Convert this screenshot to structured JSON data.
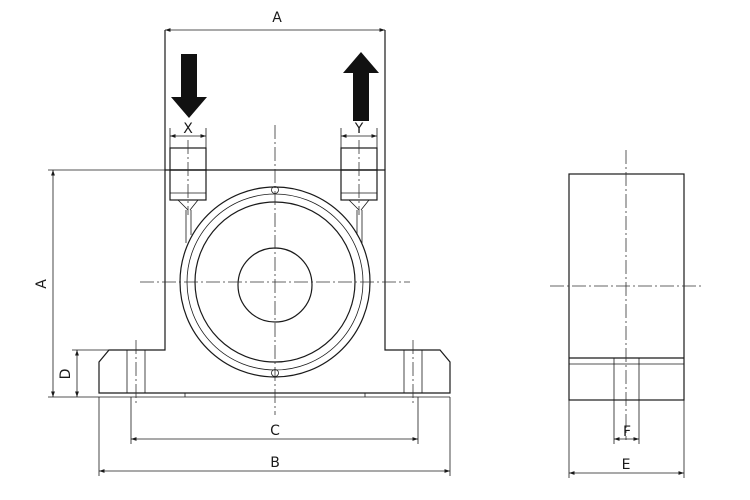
{
  "labels": {
    "dim_top_width": "A",
    "dim_height": "A",
    "dim_inlet": "X",
    "dim_outlet": "Y",
    "dim_foot_height": "D",
    "dim_hole_spacing": "C",
    "dim_base_width": "B",
    "dim_side_width": "E",
    "dim_side_slot": "F"
  },
  "colors": {
    "line": "#1a1a1a",
    "arrow": "#111111"
  },
  "icons": {
    "inlet": "arrow-down-icon",
    "outlet": "arrow-up-icon"
  }
}
